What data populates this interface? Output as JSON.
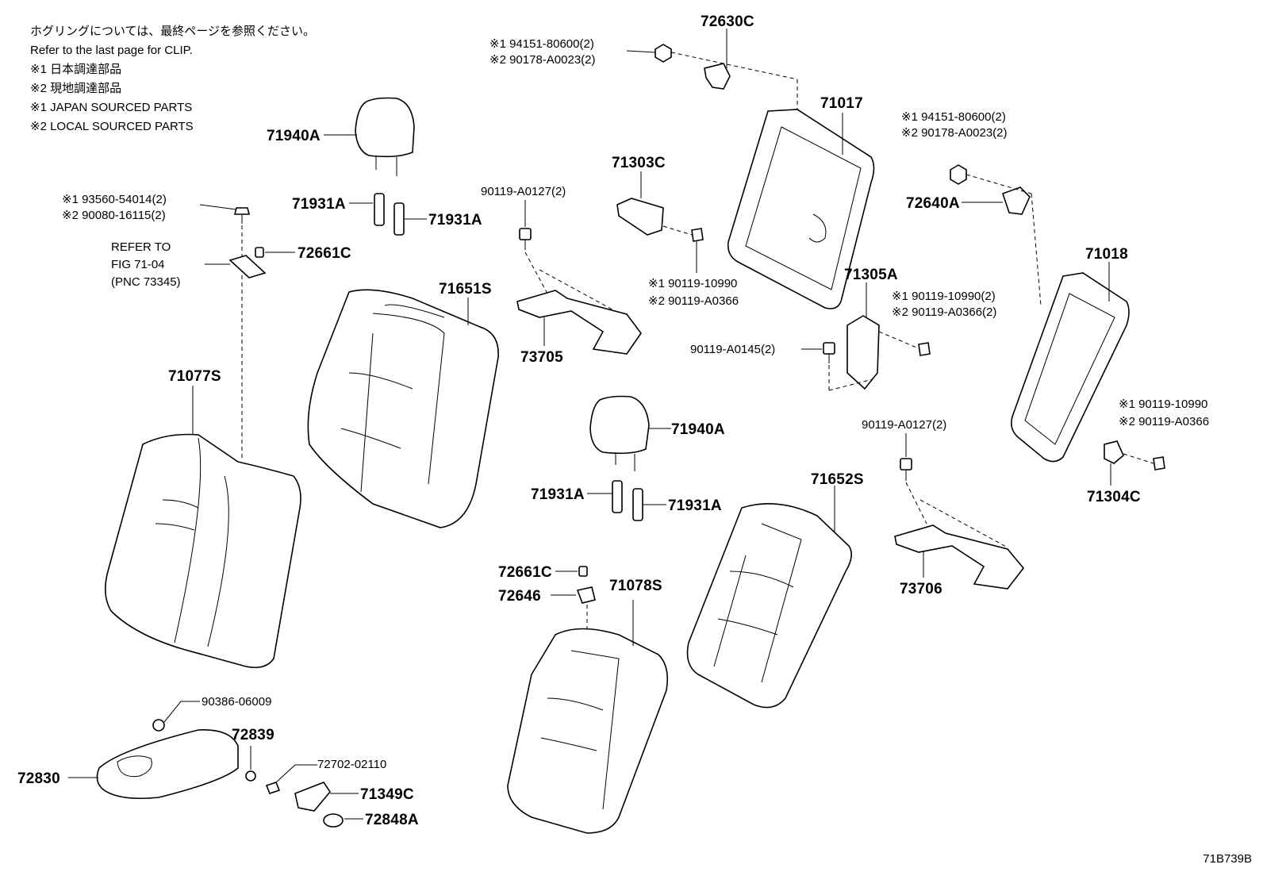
{
  "notes": {
    "line1": "ホグリングについては、最終ページを参照ください。",
    "line2": "Refer to the last page for CLIP.",
    "line3": "※1 日本調達部品",
    "line4": "※2 現地調達部品",
    "line5": "※1 JAPAN SOURCED PARTS",
    "line6": "※2 LOCAL SOURCED PARTS"
  },
  "labels": {
    "p72630C": "72630C",
    "p72630C_n1": "※1 94151-80600(2)",
    "p72630C_n2": "※2 90178-A0023(2)",
    "p71017": "71017",
    "p71940A_top": "71940A",
    "p71931A_1": "71931A",
    "p71931A_2": "71931A",
    "p93560_n1": "※1 93560-54014(2)",
    "p93560_n2": "※2 90080-16115(2)",
    "refer1": "REFER TO",
    "refer2": "FIG 71-04",
    "refer3": "(PNC 73345)",
    "p72661C_top": "72661C",
    "p71303C": "71303C",
    "p90119A0127_top": "90119-A0127(2)",
    "p90119_10990_n1": "※1 90119-10990",
    "p90119_A0366_n2": "※2 90119-A0366",
    "p71651S": "71651S",
    "p73705": "73705",
    "p71077S": "71077S",
    "p72640A": "72640A",
    "p72640A_n1": "※1 94151-80600(2)",
    "p72640A_n2": "※2 90178-A0023(2)",
    "p71305A": "71305A",
    "p71305A_n1": "※1 90119-10990(2)",
    "p71305A_n2": "※2 90119-A0366(2)",
    "p90119A0145": "90119-A0145(2)",
    "p71018": "71018",
    "p71304C_n1": "※1 90119-10990",
    "p71304C_n2": "※2 90119-A0366",
    "p71304C": "71304C",
    "p71940A_mid": "71940A",
    "p71931A_3": "71931A",
    "p71931A_4": "71931A",
    "p90119A0127_mid": "90119-A0127(2)",
    "p71652S": "71652S",
    "p73706": "73706",
    "p72661C_mid": "72661C",
    "p72646": "72646",
    "p71078S": "71078S",
    "p90386": "90386-06009",
    "p72839": "72839",
    "p72702": "72702-02110",
    "p72830": "72830",
    "p71349C": "71349C",
    "p72848A": "72848A"
  },
  "figure_code": "71B739B"
}
